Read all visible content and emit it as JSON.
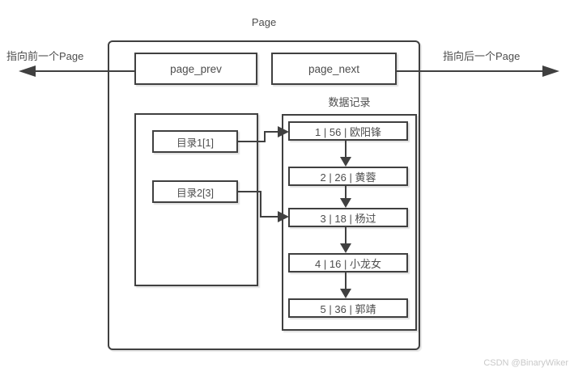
{
  "page": {
    "title": "Page"
  },
  "pointers": {
    "prev_label": "page_prev",
    "next_label": "page_next",
    "prev_arrow_label": "指向前一个Page",
    "next_arrow_label": "指向后一个Page"
  },
  "directory": {
    "entries": [
      {
        "label": "目录1[1]",
        "points_to_record": 1
      },
      {
        "label": "目录2[3]",
        "points_to_record": 3
      }
    ]
  },
  "records": {
    "title": "数据记录",
    "rows": [
      {
        "label": "1 | 56 | 欧阳锋"
      },
      {
        "label": "2 | 26 | 黄蓉"
      },
      {
        "label": "3 | 18 | 杨过"
      },
      {
        "label": "4 | 16 | 小龙女"
      },
      {
        "label": "5 | 36 | 郭靖"
      }
    ]
  },
  "watermark": "CSDN @BinaryWiker",
  "colors": {
    "line": "#404040",
    "text": "#4d4d4d",
    "background": "#ffffff",
    "watermark": "#c9c9c9"
  }
}
